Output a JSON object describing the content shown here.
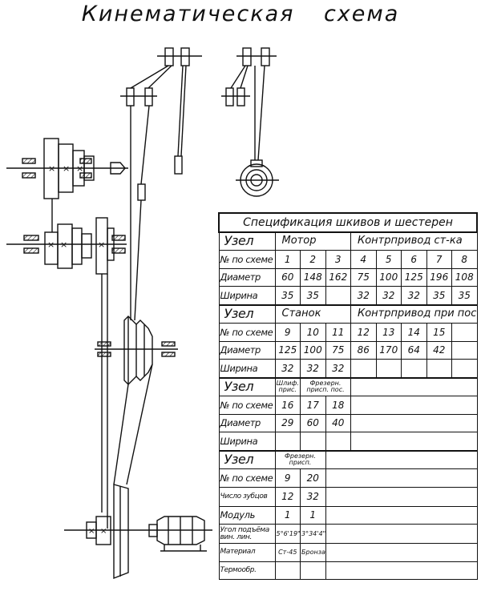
{
  "title": "Кинематическая схема",
  "table": {
    "caption": "Спецификация шкивов и шестерен",
    "sections": [
      {
        "rows": [
          [
            "Узел",
            "Мотор",
            "Контрпривод ст-ка"
          ],
          [
            "№ по схеме",
            "1",
            "2",
            "3",
            "4",
            "5",
            "6",
            "7",
            "8"
          ],
          [
            "Диаметр",
            "60",
            "148",
            "162",
            "75",
            "100",
            "125",
            "196",
            "108"
          ],
          [
            "Ширина",
            "35",
            "35",
            "",
            "32",
            "32",
            "32",
            "35",
            "35"
          ]
        ]
      },
      {
        "rows": [
          [
            "Узел",
            "Станок",
            "Контрпривод при пос."
          ],
          [
            "№ по схеме",
            "9",
            "10",
            "11",
            "12",
            "13",
            "14",
            "15",
            ""
          ],
          [
            "Диаметр",
            "125",
            "100",
            "75",
            "86",
            "170",
            "64",
            "42",
            ""
          ],
          [
            "Ширина",
            "32",
            "32",
            "32",
            "",
            "",
            "",
            "",
            ""
          ]
        ]
      },
      {
        "rows": [
          [
            "Узел",
            "Шлиф. прис.",
            "Фрезерн. присп. пос.",
            ""
          ],
          [
            "№ по схеме",
            "16",
            "17",
            "18"
          ],
          [
            "Диаметр",
            "29",
            "60",
            "40"
          ],
          [
            "Ширина",
            "",
            "",
            ""
          ]
        ]
      },
      {
        "rows": [
          [
            "Узел",
            "Фрезерн. присп.",
            ""
          ],
          [
            "№ по схеме",
            "9",
            "20"
          ],
          [
            "Число зубцов",
            "12",
            "32"
          ],
          [
            "Модуль",
            "1",
            "1"
          ],
          [
            "Угол подъёма вин. лин.",
            "5°6'19\"",
            "3°34'4\""
          ],
          [
            "Материал",
            "Ст-45",
            "Бронза"
          ],
          [
            "Термообр.",
            "",
            ""
          ]
        ]
      }
    ]
  }
}
